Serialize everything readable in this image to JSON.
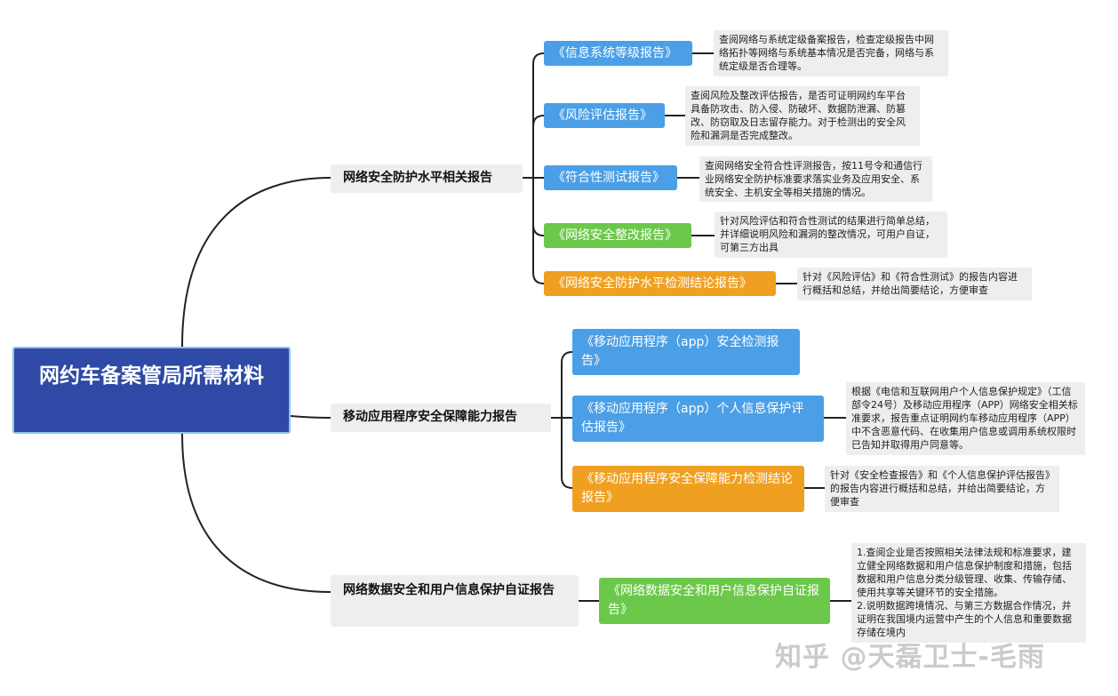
{
  "root": "网约车备案管局所需材料",
  "branches": [
    {
      "label": "网络安全防护水平相关报告",
      "items": [
        {
          "label": "《信息系统等级报告》",
          "color": "#4a9fe6",
          "note": "查阅网络与系统定级备案报告，检查定级报告中网络拓扑等网络与系统基本情况是否完备，网络与系统定级是否合理等。"
        },
        {
          "label": "《风险评估报告》",
          "color": "#4a9fe6",
          "note": "查阅风险及整改评估报告，是否可证明网约车平台具备防攻击、防入侵、防破坏、数据防泄漏、防篡改、防窃取及日志留存能力。对于检测出的安全风险和漏洞是否完成整改。"
        },
        {
          "label": "《符合性测试报告》",
          "color": "#4a9fe6",
          "note": "查阅网络安全符合性评测报告，按11号令和通信行业网络安全防护标准要求落实业务及应用安全、系统安全、主机安全等相关措施的情况。"
        },
        {
          "label": "《网络安全整改报告》",
          "color": "#6cc84a",
          "note": "针对风险评估和符合性测试的结果进行简单总结，并详细说明风险和漏洞的整改情况，可用户自证，可第三方出具"
        },
        {
          "label": "《网络安全防护水平检测结论报告》",
          "color": "#f0a020",
          "note": "针对《风险评估》和《符合性测试》的报告内容进行概括和总结，并给出简要结论，方便审查"
        }
      ]
    },
    {
      "label": "移动应用程序安全保障能力报告",
      "items": [
        {
          "label": "《移动应用程序（app）安全检测报告》",
          "color": "#4a9fe6",
          "note": ""
        },
        {
          "label": "《移动应用程序（app）个人信息保护评估报告》",
          "color": "#4a9fe6",
          "note": "根据《电信和互联网用户个人信息保护规定》（工信部令24号）及移动应用程序（APP）网络安全相关标准要求，报告重点证明网约车移动应用程序（APP）中不含恶意代码、在收集用户信息或调用系统权限时已告知并取得用户同意等。"
        },
        {
          "label": "《移动应用程序安全保障能力检测结论报告》",
          "color": "#f0a020",
          "note": "针对《安全检查报告》和《个人信息保护评估报告》的报告内容进行概括和总结，并给出简要结论，方便审查"
        }
      ]
    },
    {
      "label": "网络数据安全和用户信息保护自证报告",
      "items": [
        {
          "label": "《网络数据安全和用户信息保护自证报告》",
          "color": "#6cc84a",
          "note": "1.查阅企业是否按照相关法律法规和标准要求，建立健全网络数据和用户信息保护制度和措施，包括数据和用户信息分类分级管理、收集、传输存储、使用共享等关键环节的安全措施。\n2.说明数据跨境情况、与第三方数据合作情况，并证明在我国境内运营中产生的个人信息和重要数据存储在境内"
        }
      ]
    }
  ],
  "watermark": "知乎 @天磊卫士-毛雨"
}
